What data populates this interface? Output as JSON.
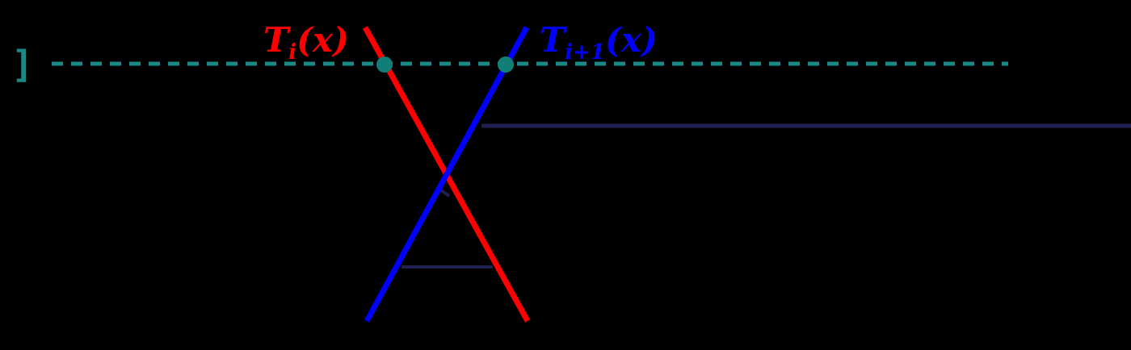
{
  "diagram": {
    "labels": {
      "t_i": {
        "base": "T",
        "sub": "i",
        "arg": "(x)"
      },
      "t_i1": {
        "base": "T",
        "sub": "i+1",
        "arg": "(x)"
      },
      "left_marker": "]"
    },
    "colors": {
      "background": "#000000",
      "t_i_line": "#ff0000",
      "t_i1_line": "#0000ff",
      "dashed_level": "#1a8a86",
      "intersection_point": "#0f7f78",
      "guide_line": "#202050"
    }
  }
}
